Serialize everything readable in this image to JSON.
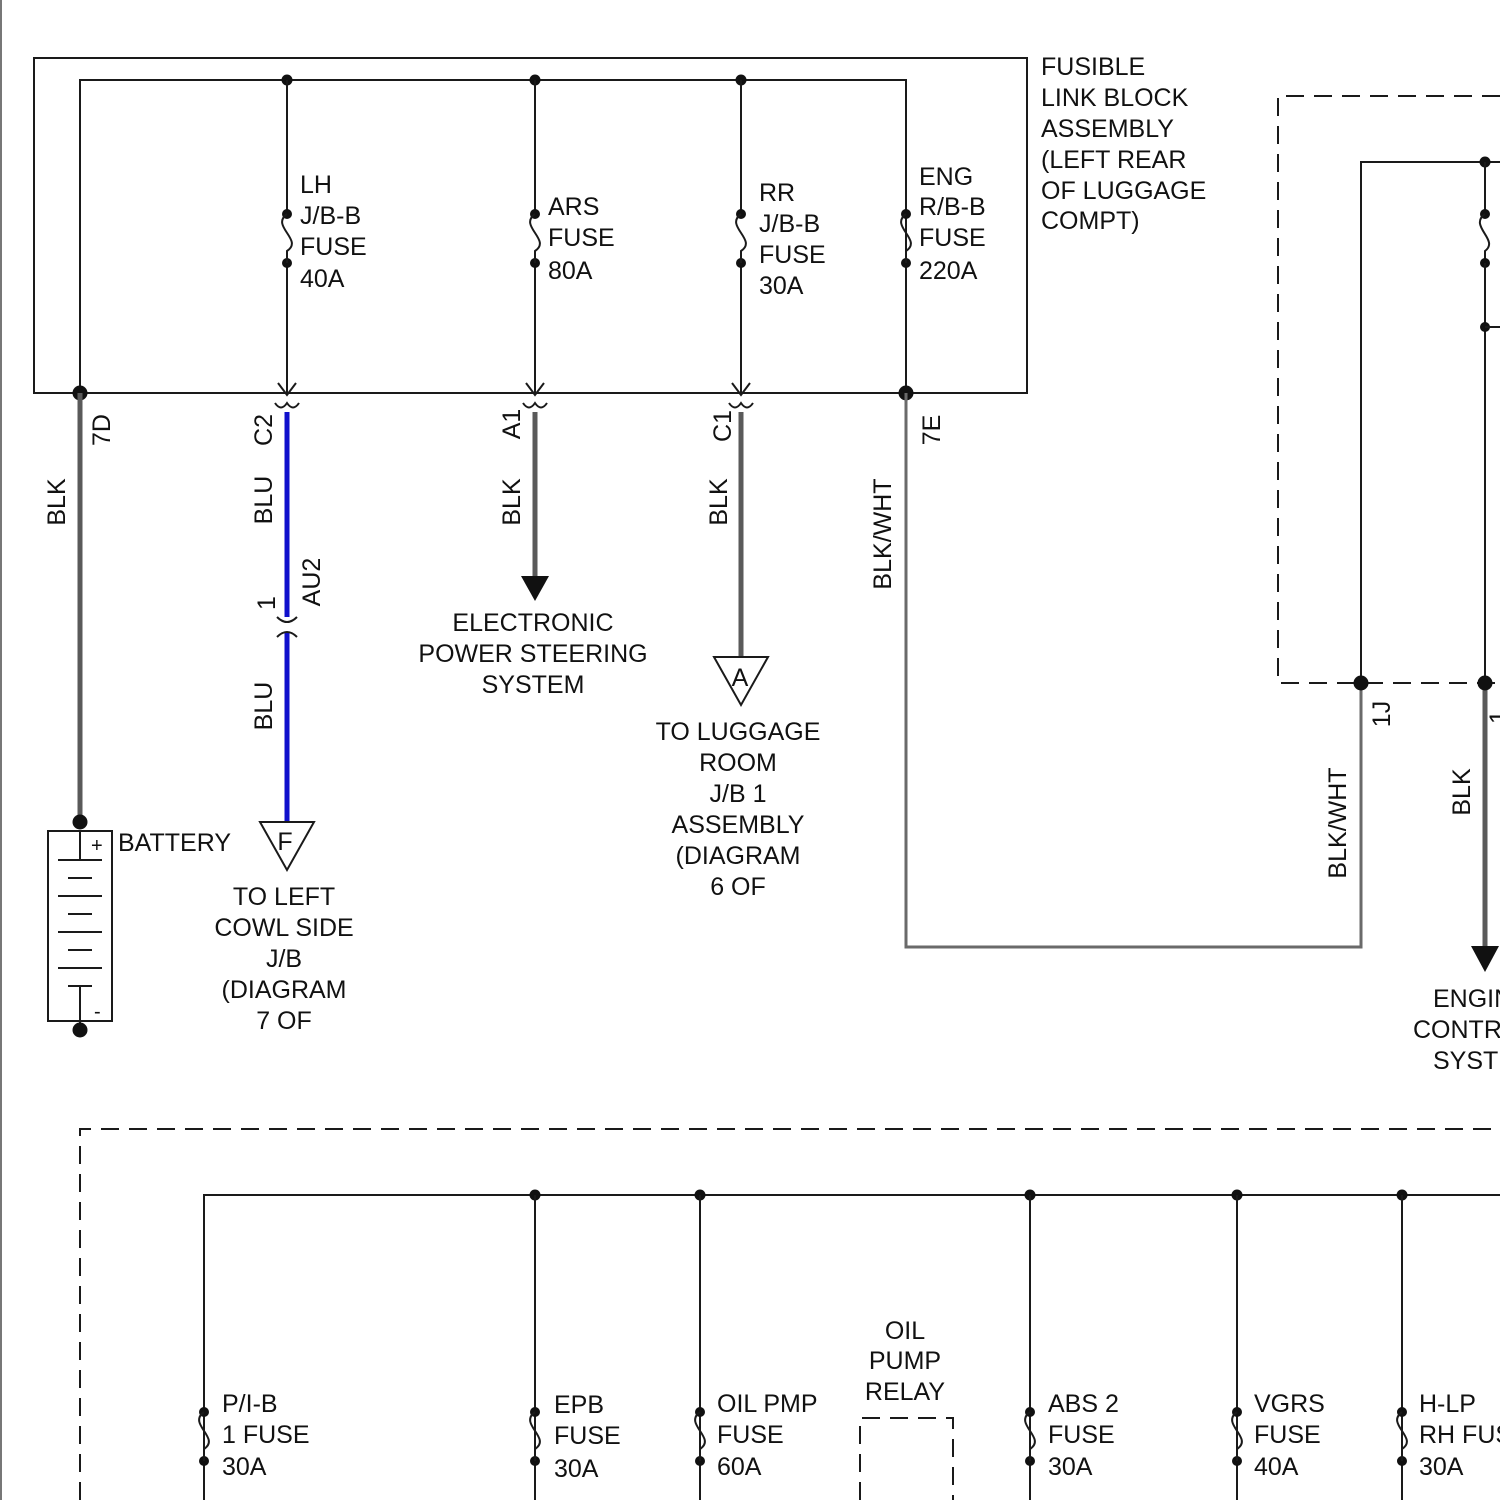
{
  "fusible_link_block": {
    "title_lines": [
      "FUSIBLE",
      "LINK BLOCK",
      "ASSEMBLY",
      "(LEFT REAR",
      "OF LUGGAGE",
      "COMPT)"
    ],
    "fuses": [
      {
        "lines": [
          "LH",
          "J/B-B",
          "FUSE",
          "40A"
        ]
      },
      {
        "lines": [
          "ARS",
          "FUSE",
          "80A"
        ]
      },
      {
        "lines": [
          "RR",
          "J/B-B",
          "FUSE",
          "30A"
        ]
      },
      {
        "lines": [
          "ENG",
          "R/B-B",
          "FUSE",
          "220A"
        ]
      }
    ]
  },
  "connectors": {
    "c_7d": "7D",
    "c_c2": "C2",
    "c_a1": "A1",
    "c_c1": "C1",
    "c_7e": "7E",
    "c_au2": "AU2",
    "c_au2_pin": "1",
    "c_1j": "1J",
    "c_1j_right": "1"
  },
  "wires": {
    "w_7d": "BLK",
    "w_c2_top": "BLU",
    "w_c2_bottom": "BLU",
    "w_a1": "BLK",
    "w_c1": "BLK",
    "w_7e": "BLK/WHT",
    "w_1j": "BLK/WHT",
    "w_right": "BLK"
  },
  "battery": {
    "label": "BATTERY",
    "plus": "+",
    "minus": "-"
  },
  "destinations": {
    "eps": {
      "lines": [
        "ELECTRONIC",
        "POWER STEERING",
        "SYSTEM"
      ]
    },
    "flag_f": {
      "letter": "F",
      "lines": [
        "TO LEFT",
        "COWL SIDE",
        "J/B",
        "(DIAGRAM",
        "7 OF"
      ]
    },
    "flag_a": {
      "letter": "A",
      "lines": [
        "TO LUGGAGE",
        "ROOM",
        "J/B 1",
        "ASSEMBLY",
        "(DIAGRAM",
        "6 OF"
      ]
    },
    "engine": {
      "lines": [
        "ENGIN",
        "CONTR",
        "SYSTI"
      ]
    }
  },
  "bottom_block": {
    "fuses": [
      {
        "lines": [
          "P/I-B",
          "1 FUSE",
          "30A"
        ]
      },
      {
        "lines": [
          "EPB",
          "FUSE",
          "30A"
        ]
      },
      {
        "lines": [
          "OIL PMP",
          "FUSE",
          "60A"
        ]
      },
      {
        "lines": [
          "ABS 2",
          "FUSE",
          "30A"
        ]
      },
      {
        "lines": [
          "VGRS",
          "FUSE",
          "40A"
        ]
      },
      {
        "lines": [
          "H-LP",
          "RH FUS",
          "30A"
        ]
      }
    ],
    "relay": {
      "lines": [
        "OIL",
        "PUMP",
        "RELAY"
      ]
    }
  },
  "colors": {
    "wire_blk": "#5a5a5a",
    "wire_blu": "#1010cc",
    "ink": "#1a1a1a"
  }
}
